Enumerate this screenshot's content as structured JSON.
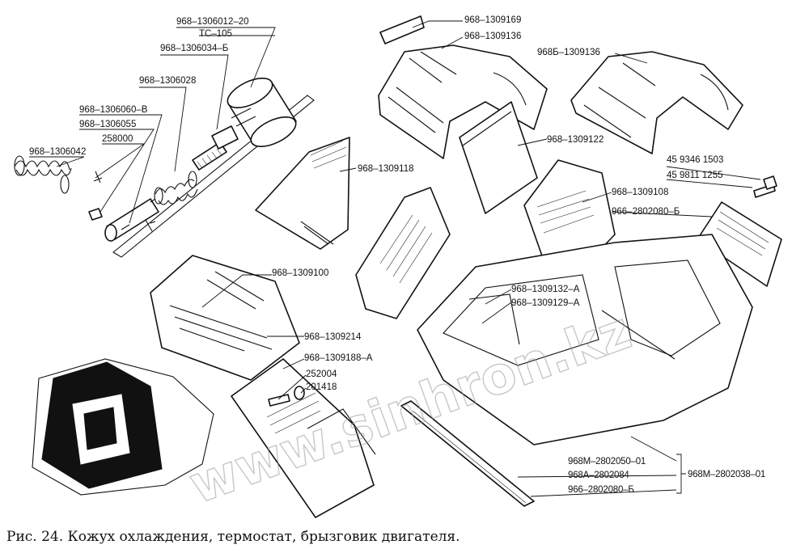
{
  "caption": "Рис. 24. Кожух охлаждения, термостат, брызговик двигателя.",
  "watermark": "www.sinhron.kz",
  "labels": {
    "l_1306012": "968–1306012–20",
    "l_tc105": "ТС–105",
    "l_1306034": "968–1306034–Б",
    "l_1306028": "968–1306028",
    "l_1306060": "968–1306060–В",
    "l_1306055": "968–1306055",
    "l_258000": "258000",
    "l_1306042": "968–1306042",
    "l_1309169": "968–1309169",
    "l_1309136": "968–1309136",
    "l_b1309136": "968Б–1309136",
    "l_1309122": "968–1309122",
    "l_1309118": "968–1309118",
    "l_459346": "45 9346 1503",
    "l_459811": "45 9811 1255",
    "l_1309108": "968–1309108",
    "l_2802080_top": "966–2802080–Б",
    "l_1309100": "968–1309100",
    "l_1309132": "968–1309132–А",
    "l_1309129": "968–1309129–А",
    "l_1309214": "968–1309214",
    "l_1309188": "968–1309188–А",
    "l_252004": "252004",
    "l_201418": "201418",
    "l_2802050": "968М–2802050–01",
    "l_2802084": "968А–2802084",
    "l_2802080_bot": "966–2802080–Б",
    "l_2802038": "968М–2802038–01"
  }
}
